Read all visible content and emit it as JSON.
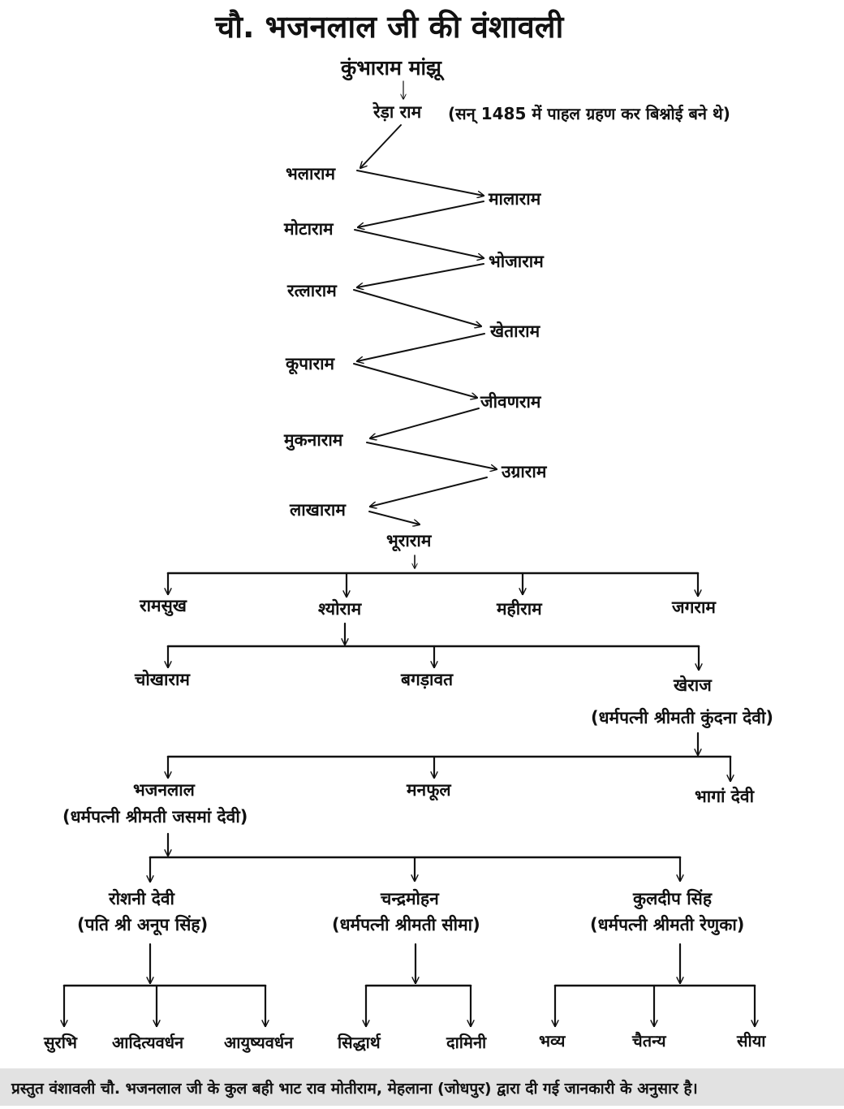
{
  "title": "चौ. भजनलाल जी की वंशावली",
  "nodes": {
    "kumbharam": "कुंभाराम मांझू",
    "reda": "रेड़ा राम",
    "reda_note": "(सन् 1485 में पाहल ग्रहण कर बिश्नोई बने थे)",
    "bhalaram": "भलाराम",
    "malaram": "मालाराम",
    "motaram": "मोटाराम",
    "bhojaram": "भोजाराम",
    "ratlaram": "रत्लाराम",
    "khetaram": "खेताराम",
    "kuparam": "कूपाराम",
    "jivanram": "जीवणराम",
    "mukanaram": "मुकनाराम",
    "ugraram": "उग्राराम",
    "lakharam": "लाखाराम",
    "bhuraram": "भूराराम",
    "ramsukh": "रामसुख",
    "shyoram": "श्योराम",
    "mahiram": "महीराम",
    "jagram": "जगराम",
    "chokharam": "चोखाराम",
    "bagdavat": "बगड़ावत",
    "kheraj": "खेराज",
    "kheraj_spouse": "(धर्मपत्नी श्रीमती कुंदना देवी)",
    "bhajanlal": "भजनलाल",
    "bhajanlal_spouse": "(धर्मपत्नी श्रीमती जसमां देवी)",
    "manphool": "मनफूल",
    "bhagan": "भागां देवी",
    "roshni": "रोशनी देवी",
    "roshni_spouse": "(पति श्री अनूप सिंह)",
    "chandramohan": "चन्द्रमोहन",
    "chandramohan_spouse": "(धर्मपत्नी श्रीमती सीमा)",
    "kuldeep": "कुलदीप सिंह",
    "kuldeep_spouse": "(धर्मपत्नी श्रीमती रेणुका)",
    "surbhi": "सुरभि",
    "adityavardhan": "आदित्यवर्धन",
    "ayushyavardhan": "आयुष्यवर्धन",
    "siddharth": "सिद्धार्थ",
    "damini": "दामिनी",
    "bhavya": "भव्य",
    "chaitanya": "चैतन्य",
    "siya": "सीया"
  },
  "footer": "प्रस्तुत वंशावली चौ. भजनलाल जी के कुल बही भाट राव मोतीराम, मेहलाना (जोधपुर) द्वारा दी गई जानकारी के अनुसार है।"
}
